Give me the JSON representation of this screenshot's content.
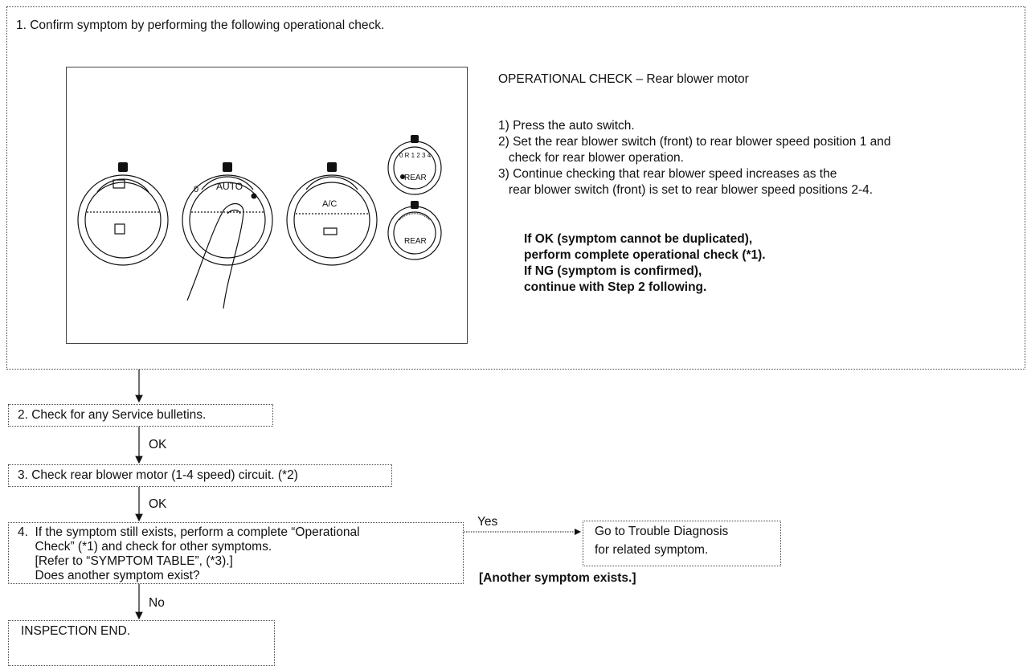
{
  "step1": {
    "text": "1.  Confirm symptom by performing the following operational check.",
    "op_title": "OPERATIONAL CHECK – Rear blower motor",
    "op_steps": [
      "1) Press the auto switch.",
      "2) Set the rear blower switch (front) to rear blower speed position 1 and\n   check for rear blower operation.",
      "3) Continue checking that rear blower speed increases as the\n   rear blower switch (front) is set to rear blower speed positions 2-4."
    ],
    "result_lines": [
      "If OK (symptom cannot be duplicated),",
      "perform complete operational check (*1).",
      "If NG (symptom is confirmed),",
      "continue with Step 2 following."
    ],
    "panel_labels": {
      "auto": "AUTO",
      "zero": "0",
      "ac": "A/C",
      "rear_top": "REAR",
      "rear_bottom": "REAR",
      "rear_scale": "0 R 1 2 3 4"
    }
  },
  "step2": {
    "text": "2.  Check for any Service bulletins."
  },
  "ok1": "OK",
  "step3": {
    "text": "3.  Check rear blower motor (1-4 speed) circuit. (*2)"
  },
  "ok2": "OK",
  "step4": {
    "lines": [
      "4.  If the symptom still exists, perform a complete “Operational",
      "     Check” (*1) and check for other symptoms.",
      "     [Refer to “SYMPTOM TABLE”, (*3).]",
      "     Does another symptom exist?"
    ]
  },
  "yes": "Yes",
  "goto": {
    "lines": [
      "Go to Trouble Diagnosis",
      "for related symptom."
    ]
  },
  "another": "[Another symptom exists.]",
  "no": "No",
  "end": "INSPECTION END."
}
